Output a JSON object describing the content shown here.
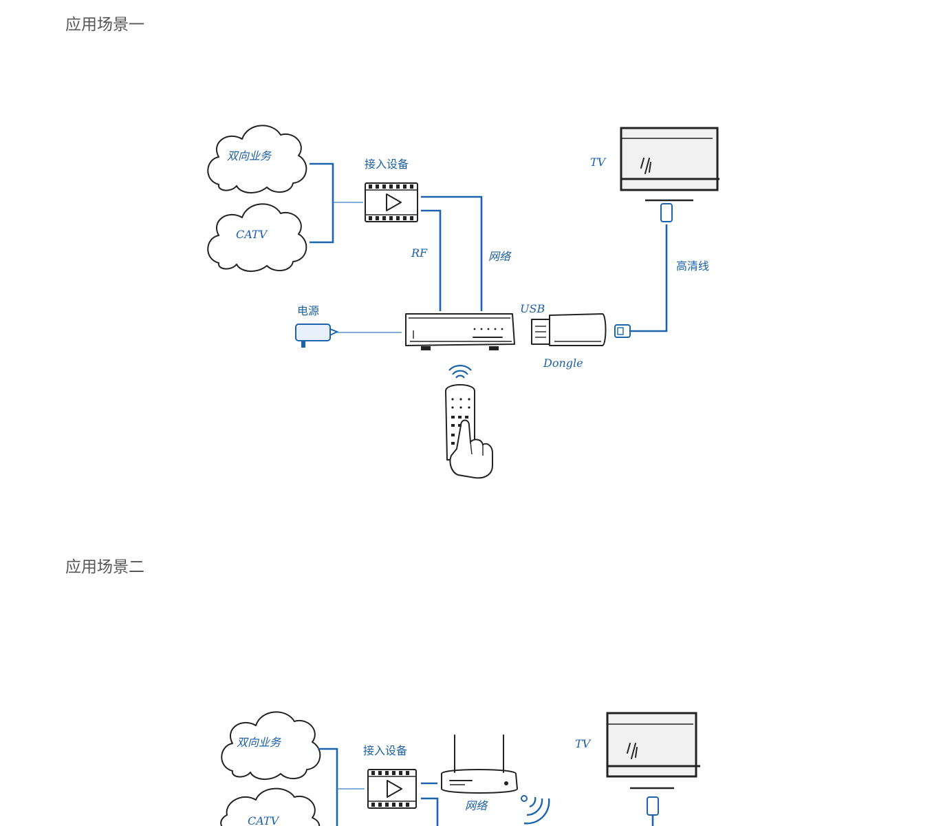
{
  "headings": {
    "scene1": "应用场景一",
    "scene2": "应用场景二"
  },
  "diagram1": {
    "cloud_service": "双向业务",
    "cloud_catv": "CATV",
    "access_device": "接入设备",
    "rf": "RF",
    "network": "网络",
    "power": "电源",
    "usb": "USB",
    "dongle": "Dongle",
    "tv": "TV",
    "hdmi": "高清线"
  },
  "diagram2": {
    "cloud_service": "双向业务",
    "cloud_catv": "CATV",
    "access_device": "接入设备",
    "network": "网络",
    "tv": "TV"
  },
  "colors": {
    "accent": "#1b63ad",
    "heading_text": "#555555",
    "ink": "#222222"
  }
}
